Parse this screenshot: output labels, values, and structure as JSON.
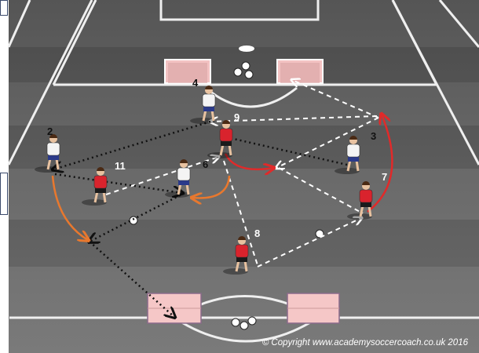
{
  "copyright": "© Copyright www.academysoccercoach.co.uk 2016",
  "colors": {
    "pitch": "#5e5e5e",
    "pitch_light": "#767676",
    "lines": "#f2f2f2",
    "red_player": "#d9232d",
    "white_player": "#f4f4f4",
    "pass_white": "#ffffff",
    "pass_black": "#111111",
    "run_red": "#e02a2a",
    "run_orange": "#e8782e",
    "goal_fill": "#f5c7c7",
    "goal_frame": "#a83a3a"
  },
  "players": {
    "white_2": {
      "number": "2",
      "team": "white"
    },
    "white_4": {
      "number": "4",
      "team": "white"
    },
    "white_6": {
      "number": "6",
      "team": "white"
    },
    "white_3": {
      "number": "3",
      "team": "white"
    },
    "red_11": {
      "number": "11",
      "team": "red"
    },
    "red_9": {
      "number": "9",
      "team": "red"
    },
    "red_8": {
      "number": "8",
      "team": "red"
    },
    "red_7": {
      "number": "7",
      "team": "red"
    }
  },
  "legend": {
    "white_dashed": "pass",
    "black_dotted": "pass",
    "curved_arrow": "player run"
  }
}
